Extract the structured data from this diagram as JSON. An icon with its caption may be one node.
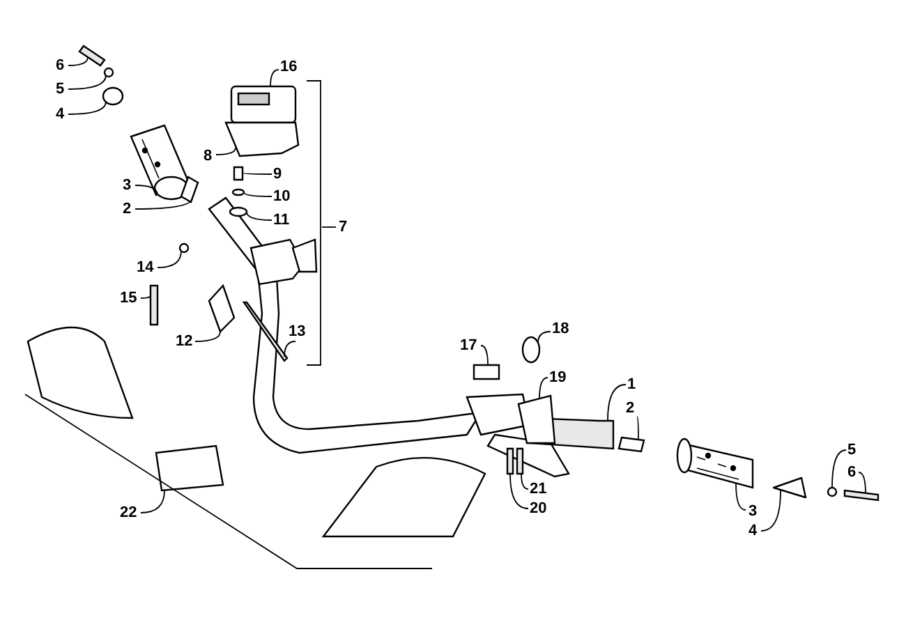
{
  "diagram": {
    "nodes": [
      {
        "text": [
          "6"
        ]
      },
      {
        "text": [
          "16"
        ]
      },
      {
        "text": [
          "5"
        ]
      },
      {
        "text": [
          "4"
        ]
      },
      {
        "text": [
          "8"
        ]
      },
      {
        "text": [
          "9"
        ]
      },
      {
        "text": [
          "3"
        ]
      },
      {
        "text": [
          "10"
        ]
      },
      {
        "text": [
          "2"
        ]
      },
      {
        "text": [
          "11"
        ]
      },
      {
        "text": [
          "7"
        ]
      },
      {
        "text": [
          "14"
        ]
      },
      {
        "text": [
          "15"
        ]
      },
      {
        "text": [
          "12"
        ]
      },
      {
        "text": [
          "13"
        ]
      },
      {
        "text": [
          "1"
        ]
      },
      {
        "text": [
          "17"
        ]
      },
      {
        "text": [
          "18"
        ]
      },
      {
        "text": [
          "19"
        ]
      },
      {
        "text": [
          "2"
        ]
      },
      {
        "text": [
          "22"
        ]
      },
      {
        "text": [
          "5"
        ]
      },
      {
        "text": [
          "6"
        ]
      },
      {
        "text": [
          "21"
        ]
      },
      {
        "text": [
          "20"
        ]
      },
      {
        "text": [
          "3"
        ]
      },
      {
        "text": [
          "4"
        ]
      },
      {
        "text": [],
        "shape": "bar"
      },
      {
        "text": [],
        "shape": "picture"
      },
      {
        "text": [],
        "shape": "circle"
      },
      {
        "text": [],
        "shape": "circle"
      },
      {
        "text": [],
        "shape": "box"
      },
      {
        "text": [],
        "shape": "box"
      },
      {
        "text": [],
        "shape": "picture"
      },
      {
        "text": [],
        "shape": "circle"
      },
      {
        "text": [],
        "shape": "box"
      },
      {
        "text": [],
        "shape": "circle"
      },
      {
        "text": [],
        "shape": "circle"
      },
      {
        "text": [],
        "shape": "bar"
      },
      {
        "text": [],
        "shape": "box"
      },
      {
        "text": [],
        "shape": "bar"
      },
      {
        "text": [],
        "shape": "bar"
      },
      {
        "text": [],
        "shape": "box"
      },
      {
        "text": [],
        "shape": "circle"
      },
      {
        "text": [],
        "shape": "box"
      },
      {
        "text": [],
        "shape": "box"
      },
      {
        "text": [],
        "shape": "box"
      },
      {
        "text": [],
        "shape": "circle"
      },
      {
        "text": [],
        "shape": "bar"
      },
      {
        "text": [],
        "shape": "bar"
      },
      {
        "text": [],
        "shape": "bar"
      },
      {
        "text": [],
        "shape": "picture"
      },
      {
        "text": [],
        "shape": "triangle"
      }
    ],
    "edges": [
      {
        "from": 0,
        "to": 27,
        "arrow": "none"
      },
      {
        "from": 1,
        "to": 28,
        "arrow": "none"
      },
      {
        "from": 2,
        "to": 29,
        "arrow": "none"
      },
      {
        "from": 3,
        "to": 30,
        "arrow": "none"
      },
      {
        "from": 4,
        "to": 31,
        "arrow": "none"
      },
      {
        "from": 5,
        "to": 32,
        "arrow": "none"
      },
      {
        "from": 6,
        "to": 33,
        "arrow": "none"
      },
      {
        "from": 7,
        "to": 34,
        "arrow": "none"
      },
      {
        "from": 8,
        "to": 35,
        "arrow": "none"
      },
      {
        "from": 9,
        "to": 36,
        "arrow": "none"
      },
      {
        "from": 10,
        "to": null,
        "arrow": "none"
      },
      {
        "from": 11,
        "to": 37,
        "arrow": "none"
      },
      {
        "from": 12,
        "to": 38,
        "arrow": "none"
      },
      {
        "from": 13,
        "to": 39,
        "arrow": "none"
      },
      {
        "from": 14,
        "to": 40,
        "arrow": "none"
      },
      {
        "from": 15,
        "to": 41,
        "arrow": "none"
      },
      {
        "from": 16,
        "to": 42,
        "arrow": "none"
      },
      {
        "from": 17,
        "to": 43,
        "arrow": "none"
      },
      {
        "from": 18,
        "to": 44,
        "arrow": "none"
      },
      {
        "from": 19,
        "to": 45,
        "arrow": "none"
      },
      {
        "from": 20,
        "to": 46,
        "arrow": "none"
      },
      {
        "from": 21,
        "to": 47,
        "arrow": "none"
      },
      {
        "from": 22,
        "to": 48,
        "arrow": "none"
      },
      {
        "from": 23,
        "to": 49,
        "arrow": "none"
      },
      {
        "from": 24,
        "to": 50,
        "arrow": "none"
      },
      {
        "from": 25,
        "to": 51,
        "arrow": "none"
      },
      {
        "from": 26,
        "to": 52,
        "arrow": "none"
      }
    ]
  }
}
